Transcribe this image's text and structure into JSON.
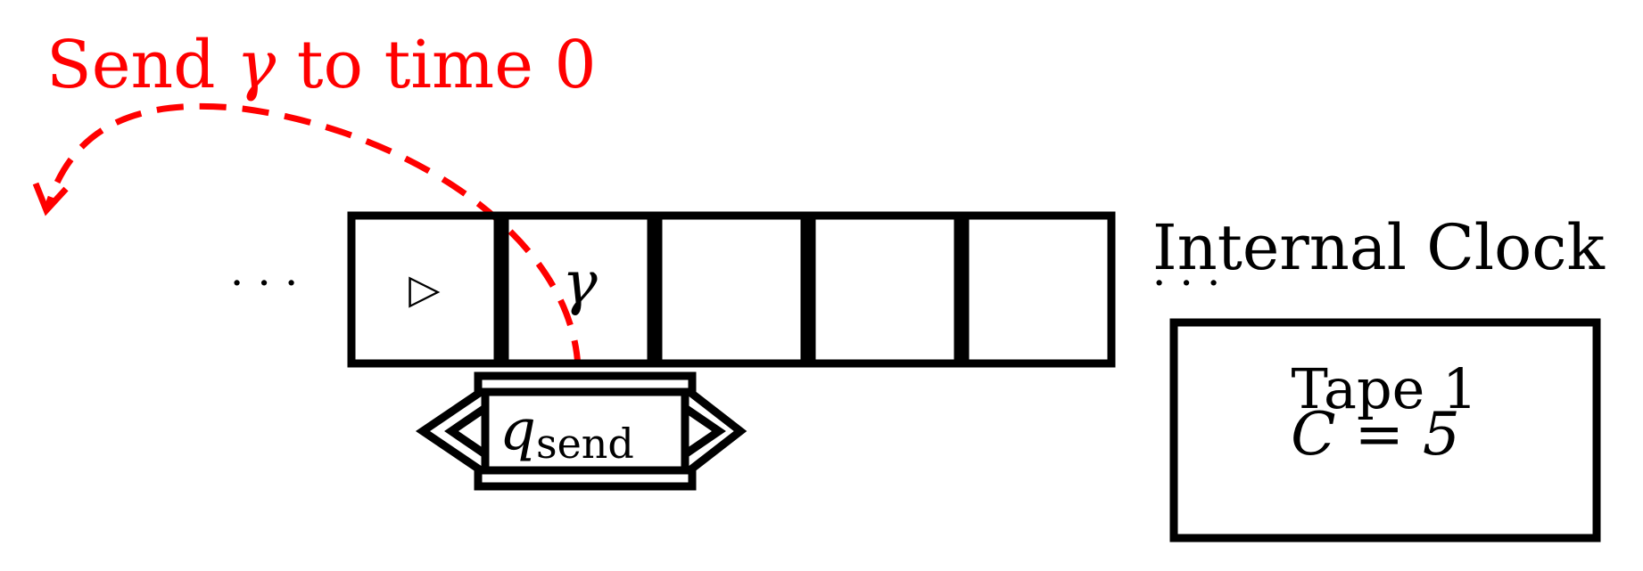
{
  "annotation": {
    "prefix": "Send ",
    "symbol": "γ",
    "suffix": " to time 0",
    "color": "#ff0000"
  },
  "tape": {
    "left_ellipsis": "· · ·",
    "right_ellipsis": "· · ·",
    "cells": [
      "▷",
      "γ",
      "",
      "",
      ""
    ]
  },
  "head": {
    "state_base": "q",
    "state_subscript": "send"
  },
  "clock": {
    "title": "Internal Clock",
    "tape_label": "Tape 1",
    "value_text": "C = 5"
  },
  "colors": {
    "stroke": "#000000",
    "accent": "#ff0000",
    "background": "#ffffff"
  }
}
